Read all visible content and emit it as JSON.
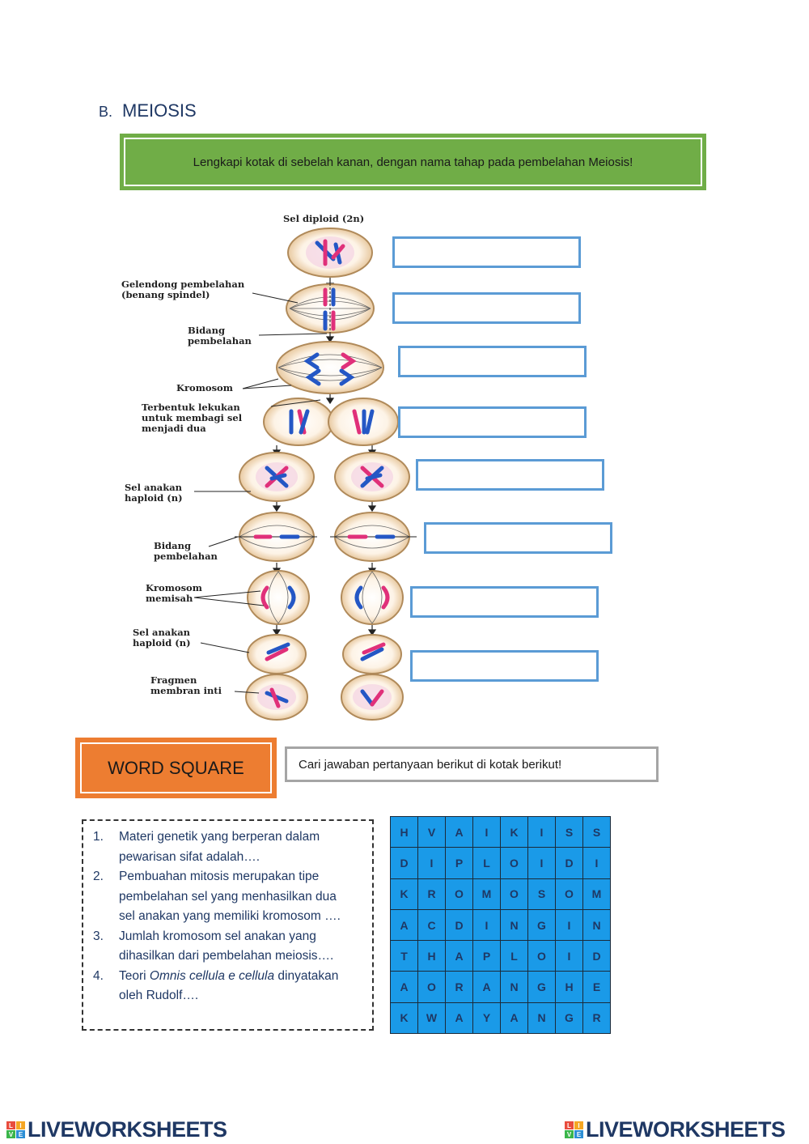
{
  "section": {
    "letter": "B.",
    "title": "MEIOSIS"
  },
  "instruction": "Lengkapi kotak di sebelah kanan, dengan nama tahap pada pembelahan Meiosis!",
  "diagram_labels": {
    "sel_diploid": "Sel diploid (2n)",
    "gelendong_1": "Gelendong pembelahan",
    "gelendong_2": "(benang spindel)",
    "bidang1_1": "Bidang",
    "bidang1_2": "pembelahan",
    "kromosom": "Kromosom",
    "lekukan_1": "Terbentuk lekukan",
    "lekukan_2": "untuk membagi sel",
    "lekukan_3": "menjadi dua",
    "anakan1_1": "Sel anakan",
    "anakan1_2": "haploid (n)",
    "bidang2_1": "Bidang",
    "bidang2_2": "pembelahan",
    "memisah_1": "Kromosom",
    "memisah_2": "memisah",
    "anakan2_1": "Sel anakan",
    "anakan2_2": "haploid (n)",
    "fragmen_1": "Fragmen",
    "fragmen_2": "membran inti"
  },
  "answers": [
    "",
    "",
    "",
    "",
    "",
    "",
    "",
    ""
  ],
  "word_square": {
    "title": "WORD SQUARE",
    "instruction": "Cari jawaban pertanyaan berikut di kotak berikut!"
  },
  "questions": [
    {
      "num": "1.",
      "lines": [
        "Materi genetik yang berperan dalam",
        "pewarisan sifat adalah…."
      ]
    },
    {
      "num": "2.",
      "lines": [
        "Pembuahan mitosis merupakan tipe",
        "pembelahan sel yang menhasilkan dua",
        "sel anakan yang memiliki kromosom …."
      ]
    },
    {
      "num": "3.",
      "lines": [
        "Jumlah kromosom sel anakan yang",
        "dihasilkan dari pembelahan meiosis…."
      ]
    },
    {
      "num": "4.",
      "lines_html": [
        "Teori <i>Omnis cellula e cellula</i> dinyatakan",
        "oleh Rudolf…."
      ]
    }
  ],
  "grid": [
    [
      "H",
      "V",
      "A",
      "I",
      "K",
      "I",
      "S",
      "S"
    ],
    [
      "D",
      "I",
      "P",
      "L",
      "O",
      "I",
      "D",
      "I"
    ],
    [
      "K",
      "R",
      "O",
      "M",
      "O",
      "S",
      "O",
      "M"
    ],
    [
      "A",
      "C",
      "D",
      "I",
      "N",
      "G",
      "I",
      "N"
    ],
    [
      "T",
      "H",
      "A",
      "P",
      "L",
      "O",
      "I",
      "D"
    ],
    [
      "A",
      "O",
      "R",
      "A",
      "N",
      "G",
      "H",
      "E"
    ],
    [
      "K",
      "W",
      "A",
      "Y",
      "A",
      "N",
      "G",
      "R"
    ]
  ],
  "footer": {
    "brand": "LIVEWORKSHEETS",
    "logo_letters": [
      "L",
      "I",
      "V",
      "E"
    ]
  },
  "colors": {
    "green": "#70ad47",
    "orange": "#ed7d31",
    "blue_box": "#5b9bd5",
    "grid_blue": "#1a9ae8",
    "navy": "#1f3864"
  }
}
